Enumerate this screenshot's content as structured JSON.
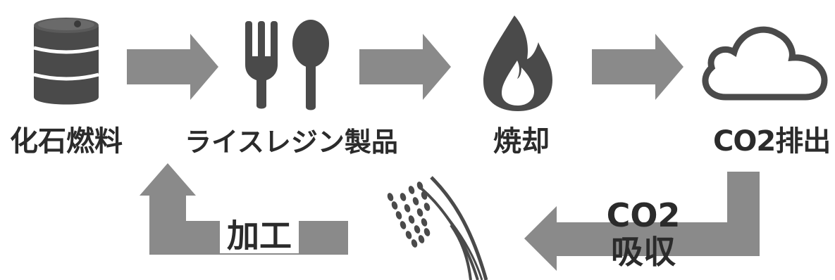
{
  "labels": {
    "fossil_fuel": "化石燃料",
    "rice_resin_product": "ライスレジン製品",
    "incineration": "焼却",
    "co2_emission": "CO2排出",
    "co2_absorb_line1": "CO2",
    "co2_absorb_line2": "吸収",
    "processing": "加工"
  },
  "icons": [
    "oil-drum-icon",
    "fork-spoon-icon",
    "flame-icon",
    "cloud-icon",
    "rice-plant-icon"
  ],
  "colors": {
    "icon": "#4a4a4a",
    "arrow": "#8a8a8a",
    "text": "#2b2b2b",
    "background": "#ffffff"
  }
}
